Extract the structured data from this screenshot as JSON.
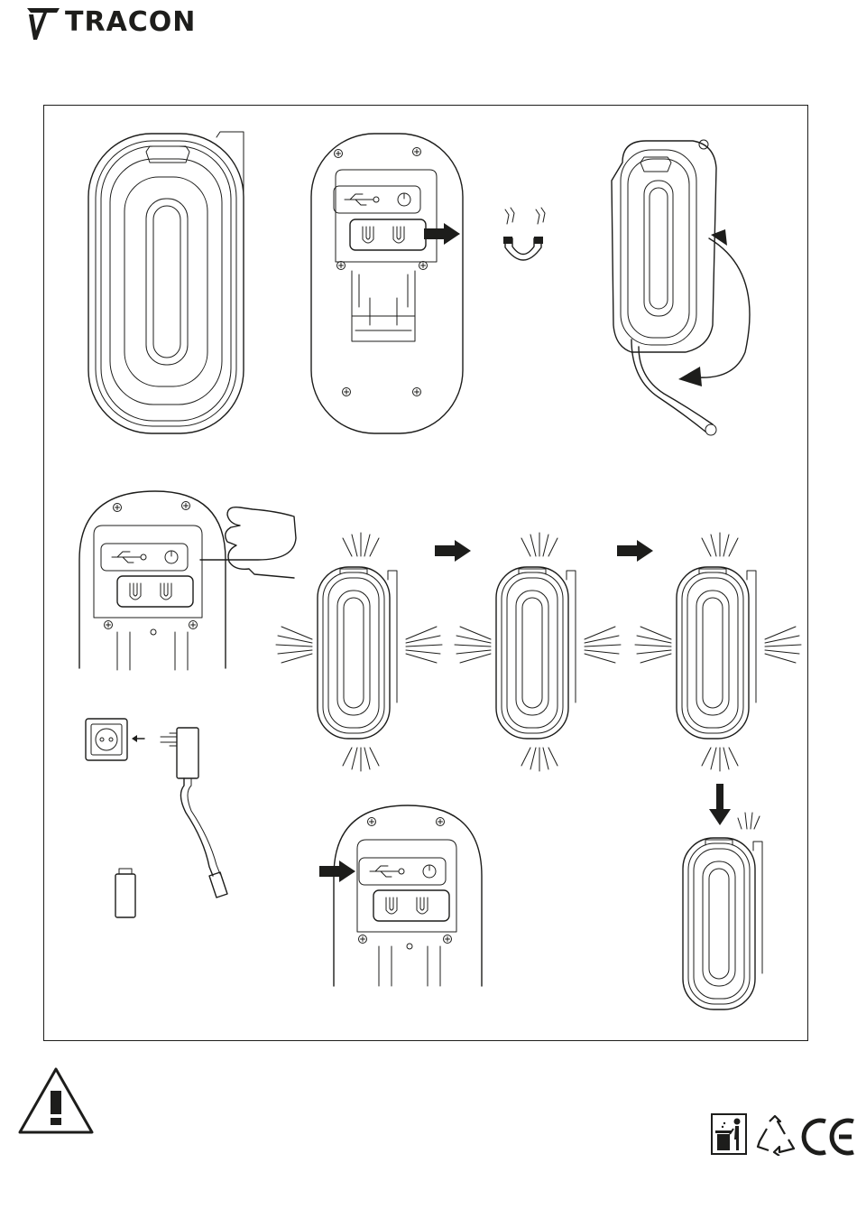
{
  "brand": {
    "name": "TRACON"
  },
  "figures": [
    {
      "id": "front-view-icon",
      "name": "lamp-front-view"
    },
    {
      "id": "back-panel-magnet",
      "name": "back-panel-with-magnets"
    },
    {
      "id": "hook-rotation",
      "name": "lamp-with-rotating-hook"
    },
    {
      "id": "press-power-button",
      "name": "finger-pressing-power-button"
    },
    {
      "id": "light-mode-sequence",
      "name": "light-modes-cycle"
    },
    {
      "id": "charger-and-battery",
      "name": "wall-socket-charger-battery"
    },
    {
      "id": "usb-charging-port",
      "name": "usb-port-arrow"
    },
    {
      "id": "low-light-mode",
      "name": "final-mode-indicator"
    }
  ],
  "footer_icons": [
    "warning-triangle-icon",
    "weee-bin-icon",
    "recycle-icon",
    "ce-mark-icon"
  ],
  "colors": {
    "ink": "#1d1d1b",
    "background": "#ffffff"
  }
}
